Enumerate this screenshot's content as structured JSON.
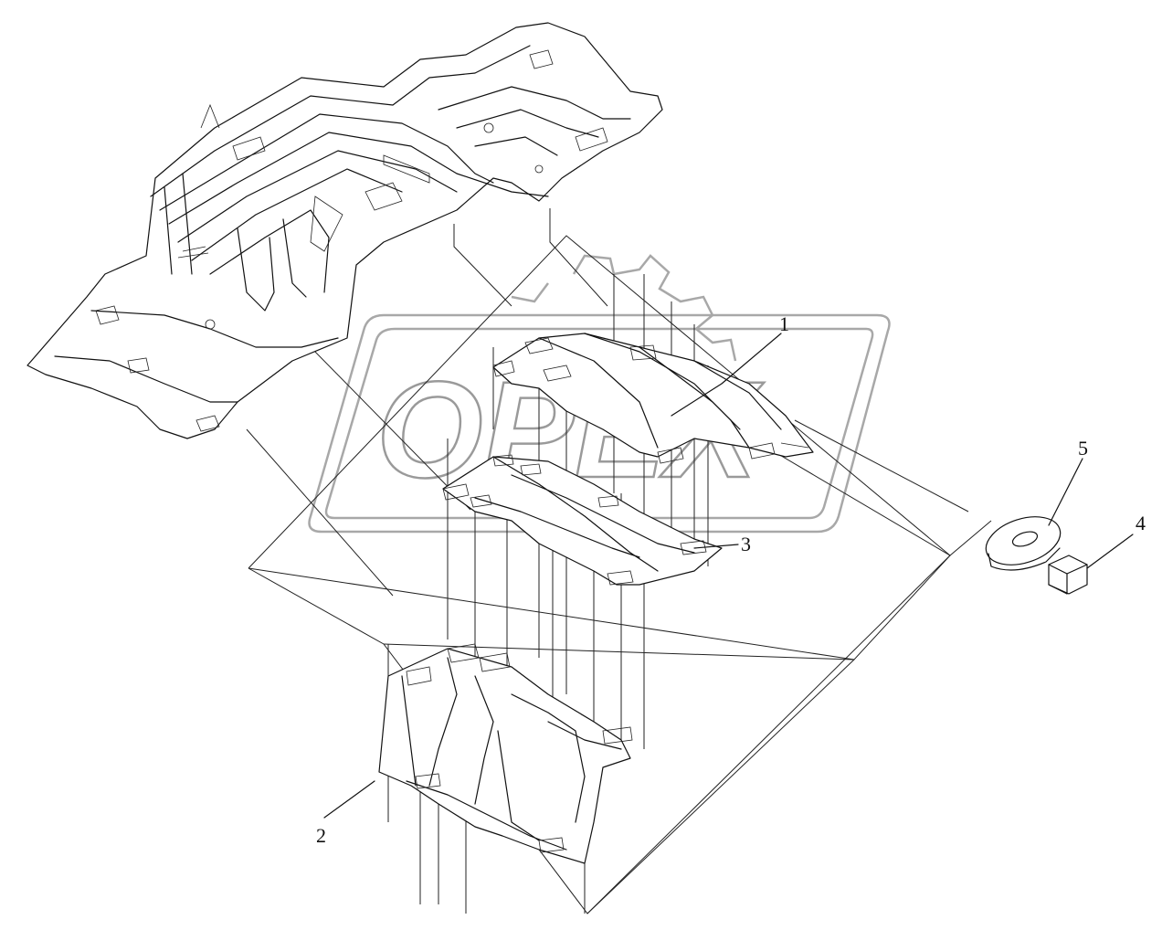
{
  "watermark": {
    "text": "OPEX",
    "color": "#9a9a9a"
  },
  "callouts": [
    {
      "id": "1",
      "label": "1"
    },
    {
      "id": "2",
      "label": "2"
    },
    {
      "id": "3",
      "label": "3"
    },
    {
      "id": "4",
      "label": "4"
    },
    {
      "id": "5",
      "label": "5"
    }
  ],
  "parts": [
    {
      "name": "floor-pan-assembly"
    },
    {
      "name": "front-insulation-mat"
    },
    {
      "name": "rear-insulation-mat"
    },
    {
      "name": "plain-washer"
    },
    {
      "name": "hex-nut"
    }
  ]
}
